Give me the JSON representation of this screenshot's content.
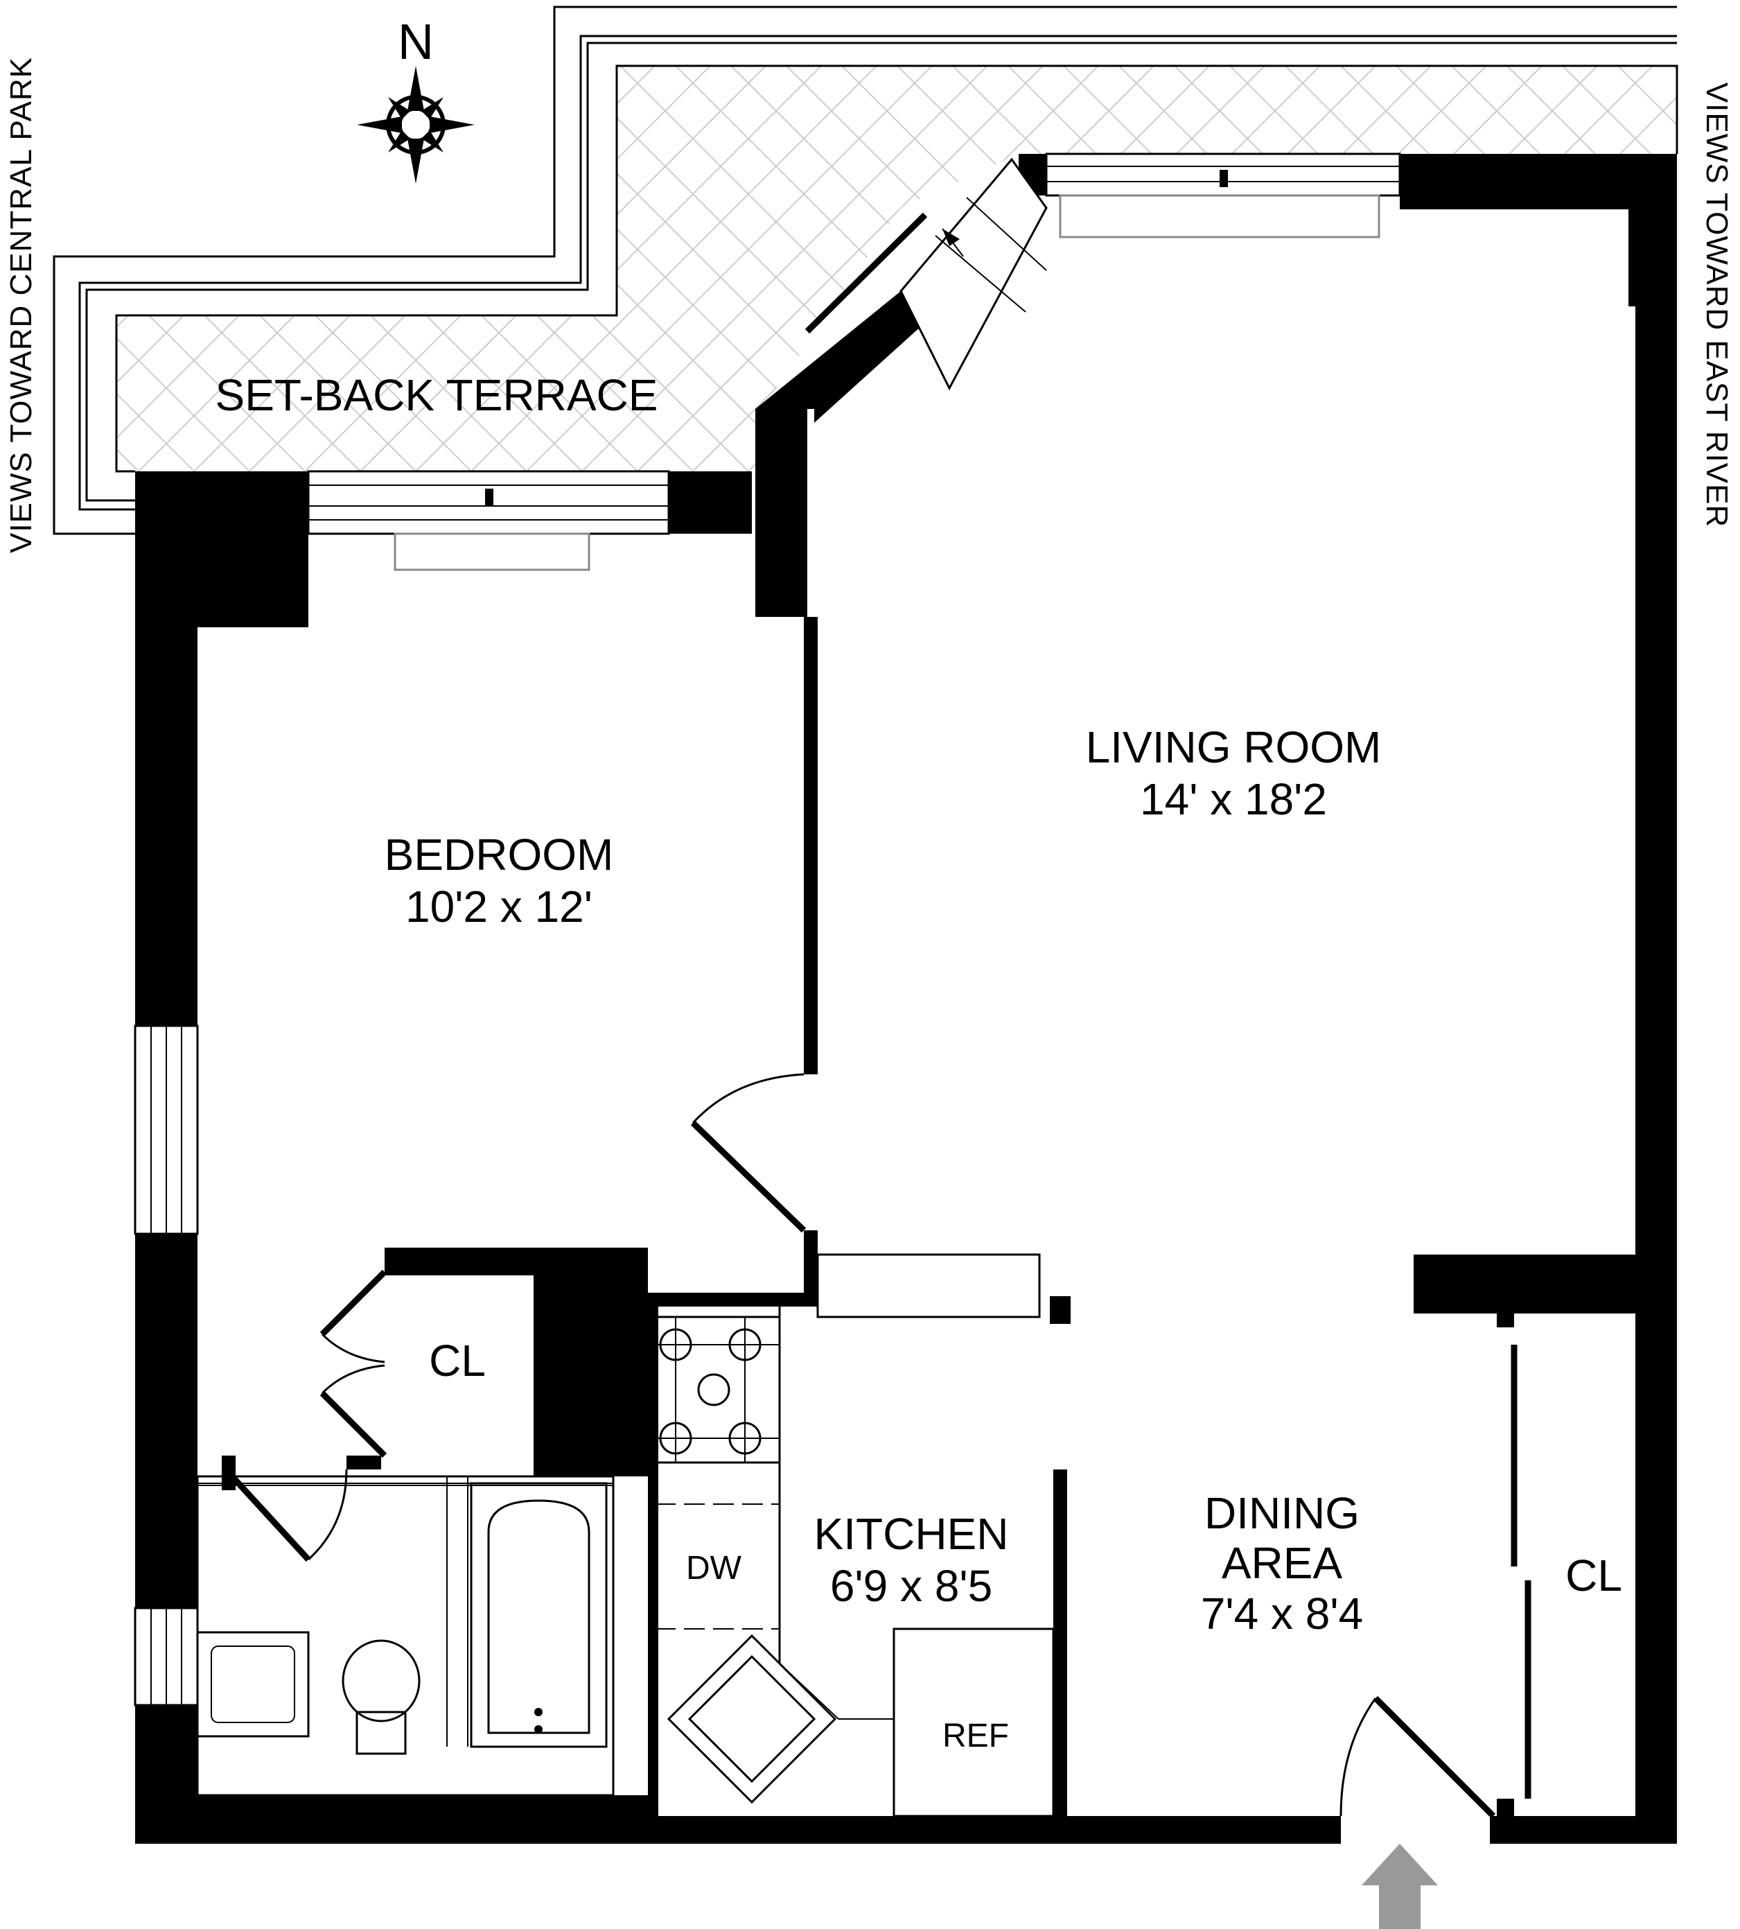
{
  "labels": {
    "terrace": "SET-BACK TERRACE",
    "north": "N",
    "views_left": "VIEWS TOWARD CENTRAL PARK",
    "views_right": "VIEWS TOWARD EAST RIVER",
    "bedroom_name": "BEDROOM",
    "bedroom_size": "10'2 x 12'",
    "living_name": "LIVING ROOM",
    "living_size": "14' x 18'2",
    "dining_name1": "DINING",
    "dining_name2": "AREA",
    "dining_size": "7'4 x 8'4",
    "kitchen_name": "KITCHEN",
    "kitchen_size": "6'9 x 8'5",
    "closet_bedroom": "CL",
    "closet_dining": "CL",
    "dishwasher": "DW",
    "refrigerator": "REF"
  },
  "icons": {
    "compass": "compass-rose-icon",
    "entry": "entry-arrow-icon"
  },
  "colors": {
    "wall": "#000000",
    "entry_arrow": "#999999",
    "terrace_hatch": "#cccccc"
  }
}
